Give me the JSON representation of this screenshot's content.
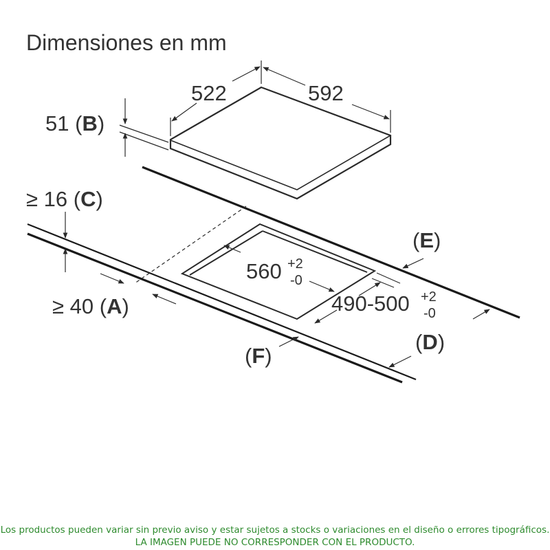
{
  "title": "Dimensiones en mm",
  "hob": {
    "depth": "522",
    "width": "592",
    "thickness_value": "51",
    "thickness_letter": "B"
  },
  "cutout": {
    "width_value": "560",
    "width_tol_plus": "+2",
    "width_tol_minus": "-0",
    "depth_value": "490-500",
    "depth_tol_plus": "+2",
    "depth_tol_minus": "-0"
  },
  "clearances": {
    "C": {
      "prefix": "≥ 16",
      "letter": "C"
    },
    "A": {
      "prefix": "≥ 40",
      "letter": "A"
    },
    "E": {
      "letter": "E"
    },
    "F": {
      "letter": "F"
    },
    "D": {
      "letter": "D"
    }
  },
  "disclaimer": {
    "line1": "Los productos pueden variar sin previo aviso y estar sujetos a stocks o variaciones en el diseño o errores tipográficos.",
    "line2": "LA IMAGEN PUEDE NO CORRESPONDER CON EL PRODUCTO."
  },
  "colors": {
    "lines": "#2a2a2a",
    "text": "#333333",
    "disclaimer": "#2e8b2e"
  }
}
